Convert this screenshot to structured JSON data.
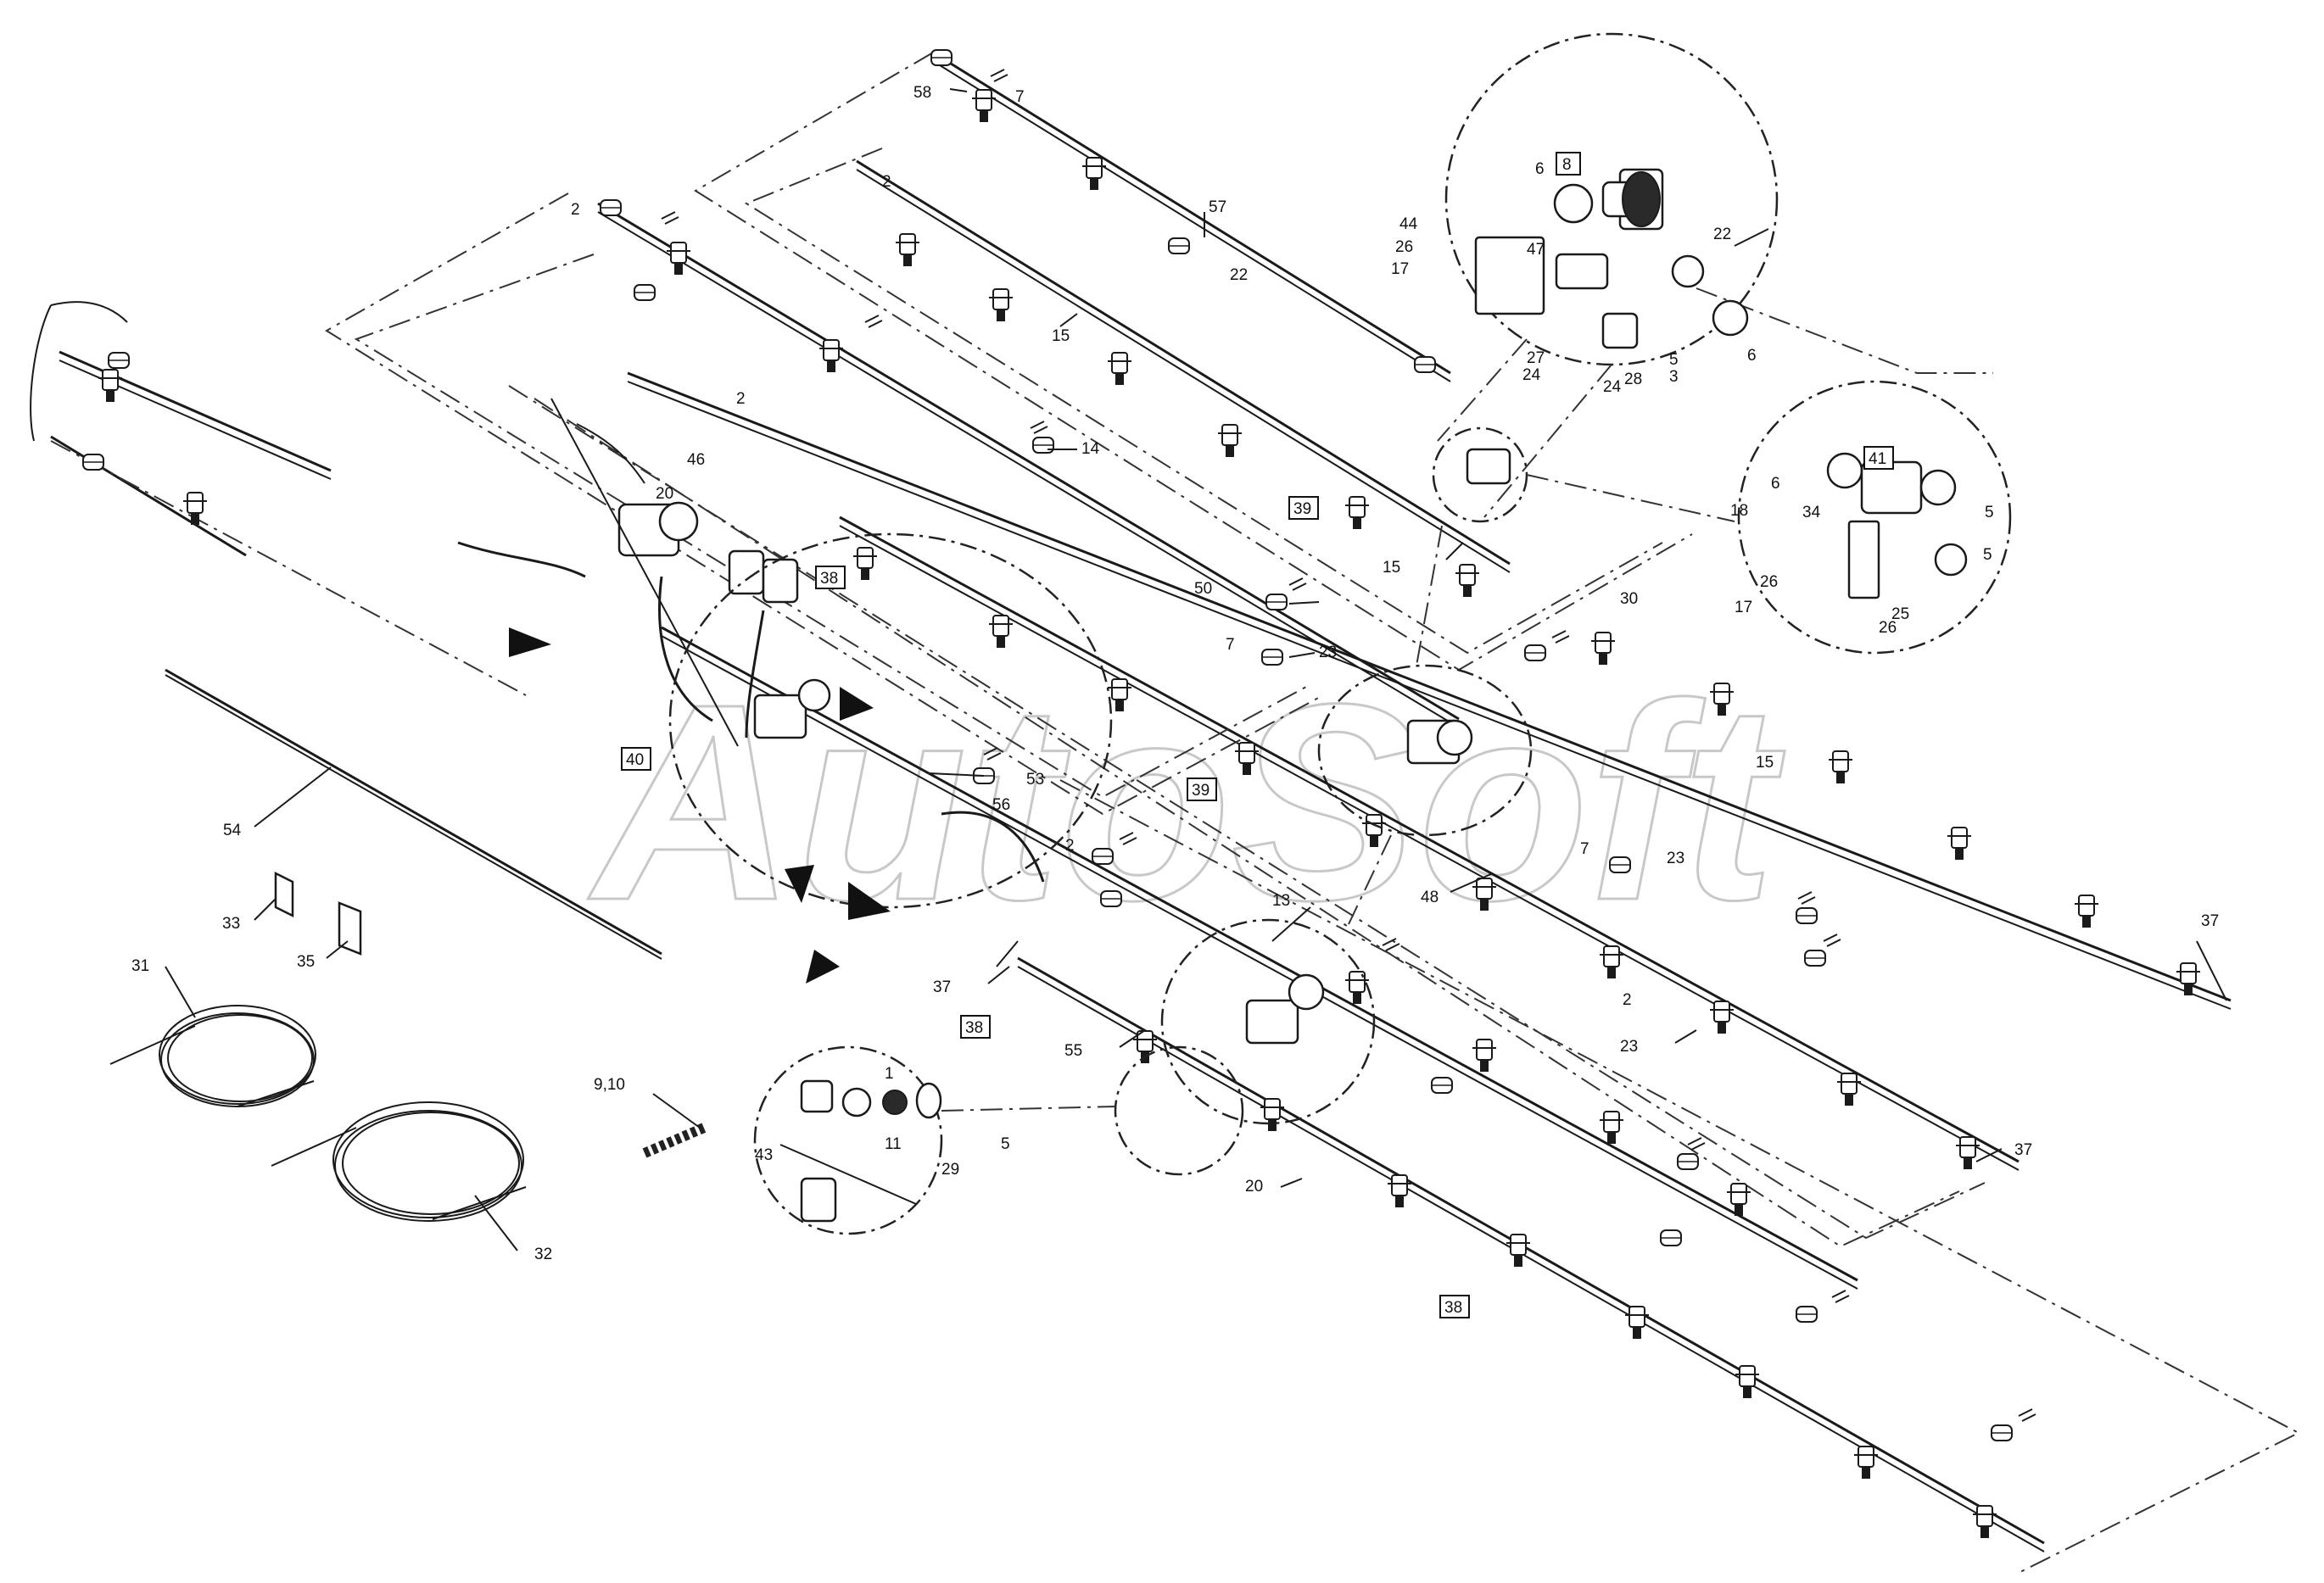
{
  "watermark": "AutoSoft",
  "callouts": [
    {
      "id": "c58",
      "text": "58"
    },
    {
      "id": "c7a",
      "text": "7"
    },
    {
      "id": "c57",
      "text": "57"
    },
    {
      "id": "c22a",
      "text": "22"
    },
    {
      "id": "c2a",
      "text": "2"
    },
    {
      "id": "c2b",
      "text": "2"
    },
    {
      "id": "c15a",
      "text": "15"
    },
    {
      "id": "c14",
      "text": "14"
    },
    {
      "id": "c2c",
      "text": "2"
    },
    {
      "id": "c46",
      "text": "46"
    },
    {
      "id": "c20a",
      "text": "20"
    },
    {
      "id": "c50",
      "text": "50"
    },
    {
      "id": "c7b",
      "text": "7"
    },
    {
      "id": "c23a",
      "text": "23"
    },
    {
      "id": "c15b",
      "text": "15"
    },
    {
      "id": "c30",
      "text": "30"
    },
    {
      "id": "c15c",
      "text": "15"
    },
    {
      "id": "c53",
      "text": "53"
    },
    {
      "id": "c56",
      "text": "56"
    },
    {
      "id": "c2d",
      "text": "2"
    },
    {
      "id": "c54",
      "text": "54"
    },
    {
      "id": "c33",
      "text": "33"
    },
    {
      "id": "c35",
      "text": "35"
    },
    {
      "id": "c31",
      "text": "31"
    },
    {
      "id": "c32",
      "text": "32"
    },
    {
      "id": "c13",
      "text": "13"
    },
    {
      "id": "c48",
      "text": "48"
    },
    {
      "id": "c7c",
      "text": "7"
    },
    {
      "id": "c23b",
      "text": "23"
    },
    {
      "id": "c37a",
      "text": "37"
    },
    {
      "id": "c37b",
      "text": "37"
    },
    {
      "id": "c55",
      "text": "55"
    },
    {
      "id": "c2e",
      "text": "2"
    },
    {
      "id": "c23c",
      "text": "23"
    },
    {
      "id": "c37c",
      "text": "37"
    },
    {
      "id": "c910",
      "text": "9,10"
    },
    {
      "id": "c1",
      "text": "1"
    },
    {
      "id": "c11",
      "text": "11"
    },
    {
      "id": "c29",
      "text": "29"
    },
    {
      "id": "c5a",
      "text": "5"
    },
    {
      "id": "c43",
      "text": "43"
    },
    {
      "id": "c20b",
      "text": "20"
    },
    {
      "id": "c6a",
      "text": "6"
    },
    {
      "id": "c44",
      "text": "44"
    },
    {
      "id": "c26a",
      "text": "26"
    },
    {
      "id": "c17a",
      "text": "17"
    },
    {
      "id": "c47",
      "text": "47"
    },
    {
      "id": "c22b",
      "text": "22"
    },
    {
      "id": "c27",
      "text": "27"
    },
    {
      "id": "c24a",
      "text": "24"
    },
    {
      "id": "c24b",
      "text": "24"
    },
    {
      "id": "c28",
      "text": "28"
    },
    {
      "id": "c5b",
      "text": "5"
    },
    {
      "id": "c3",
      "text": "3"
    },
    {
      "id": "c6b",
      "text": "6"
    },
    {
      "id": "c6c",
      "text": "6"
    },
    {
      "id": "c18",
      "text": "18"
    },
    {
      "id": "c34",
      "text": "34"
    },
    {
      "id": "c5c",
      "text": "5"
    },
    {
      "id": "c5d",
      "text": "5"
    },
    {
      "id": "c26b",
      "text": "26"
    },
    {
      "id": "c17b",
      "text": "17"
    },
    {
      "id": "c25",
      "text": "25"
    },
    {
      "id": "c26c",
      "text": "26"
    }
  ],
  "boxed_callouts": [
    {
      "id": "b8",
      "text": "8"
    },
    {
      "id": "b41",
      "text": "41"
    },
    {
      "id": "b39a",
      "text": "39"
    },
    {
      "id": "b38a",
      "text": "38"
    },
    {
      "id": "b40",
      "text": "40"
    },
    {
      "id": "b39b",
      "text": "39"
    },
    {
      "id": "b38b",
      "text": "38"
    },
    {
      "id": "b38c",
      "text": "38"
    }
  ]
}
